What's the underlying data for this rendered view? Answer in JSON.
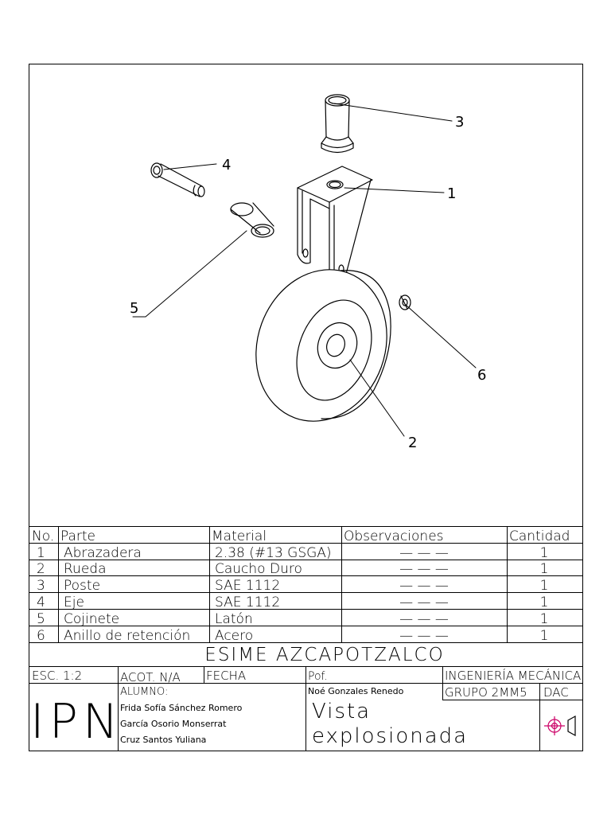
{
  "callouts": [
    {
      "number": "3"
    },
    {
      "number": "4"
    },
    {
      "number": "1"
    },
    {
      "number": "5"
    },
    {
      "number": "6"
    },
    {
      "number": "2"
    }
  ],
  "parts_table": {
    "headers": {
      "no": "No.",
      "parte": "Parte",
      "material": "Material",
      "observaciones": "Observaciones",
      "cantidad": "Cantidad"
    },
    "rows": [
      {
        "no": "1",
        "parte": "Abrazadera",
        "material": "2.38 (#13 GSGA)",
        "observaciones": "— — —",
        "cantidad": "1"
      },
      {
        "no": "2",
        "parte": "Rueda",
        "material": "Caucho Duro",
        "observaciones": "— — —",
        "cantidad": "1"
      },
      {
        "no": "3",
        "parte": "Poste",
        "material": "SAE 1112",
        "observaciones": "— — —",
        "cantidad": "1"
      },
      {
        "no": "4",
        "parte": "Eje",
        "material": "SAE 1112",
        "observaciones": "— — —",
        "cantidad": "1"
      },
      {
        "no": "5",
        "parte": "Cojinete",
        "material": "Latón",
        "observaciones": "— — —",
        "cantidad": "1"
      },
      {
        "no": "6",
        "parte": "Anillo de retención",
        "material": "Acero",
        "observaciones": "— — —",
        "cantidad": "1"
      }
    ]
  },
  "title_block": {
    "school": "ESIME AZCAPOTZALCO",
    "scale": "ESC. 1:2",
    "units": "ACOT. N/A",
    "date_label": "FECHA",
    "professor_label": "Pof.",
    "professor_name": "Noé Gonzales Renedo",
    "department": "INGENIERÍA MECÁNICA",
    "group": "GRUPO 2MM5",
    "code": "DAC",
    "logo": "IPN",
    "student_label": "ALUMNO:",
    "students": [
      "Frida Sofía Sánchez Romero",
      "García Osorio Monserrat",
      "Cruz Santos Yuliana"
    ],
    "drawing_title_line1": "Vista",
    "drawing_title_line2": "explosionada",
    "projection_symbol": "first-angle-projection-icon"
  },
  "colors": {
    "ink": "#000000",
    "projection_symbol": "#cc0066",
    "paper": "#ffffff"
  }
}
